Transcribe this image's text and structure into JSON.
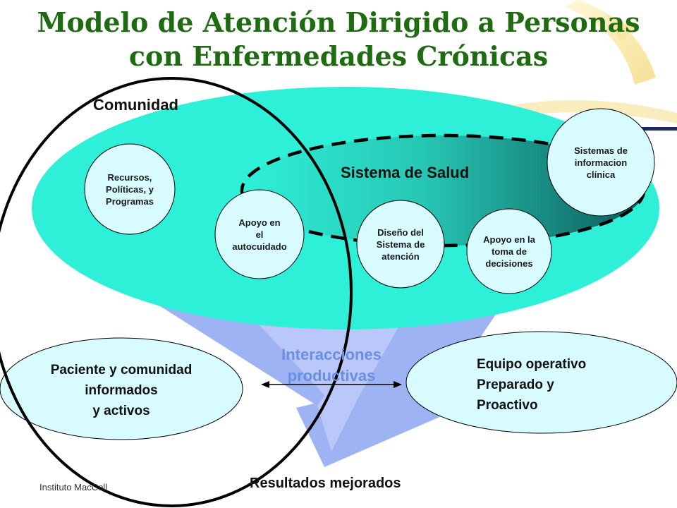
{
  "title_line1": "Modelo de Atención Dirigido a Personas",
  "title_line2": "con Enfermedades Crónicas",
  "community_label": "Comunidad",
  "health_system_label": "Sistema de Salud",
  "nodes": {
    "resources": "Recursos,\nPolíticas, y\nProgramas",
    "self_care": "Apoyo en\nel\nautocuidado",
    "delivery_design": "Diseño del\nSistema de\natención",
    "decision_support": "Apoyo en la\ntoma de\ndecisiones",
    "clinical_info": "Sistemas de\ninformacion\nclínica"
  },
  "patient_text": "Paciente y comunidad\ninformados\ny activos",
  "team_text": "Equipo operativo\nPreparado  y\nProactivo",
  "interactions_text": "Interacciones\nproductivas",
  "outcomes_label": "Resultados mejorados",
  "footer_credit": "Instituto MacColl",
  "colors": {
    "title": "#1e6b12",
    "community_fill": "#2ef0d8",
    "node_fill": "#d8fbff",
    "arrow": "#9eb3f4",
    "interactions": "#6a8fe0"
  }
}
